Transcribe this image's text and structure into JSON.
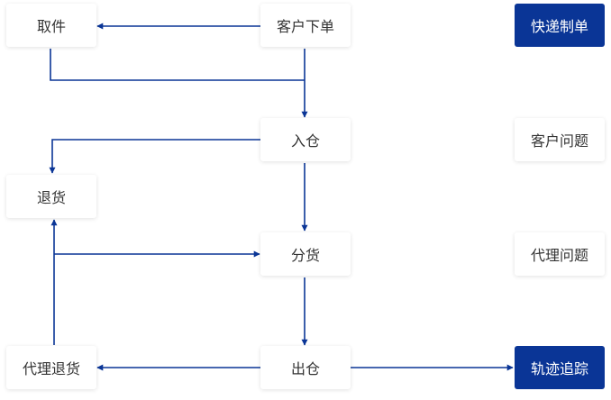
{
  "nodes": {
    "pickup": "取件",
    "order": "客户下单",
    "express": "快递制单",
    "inbound": "入仓",
    "customer_issue": "客户问题",
    "return": "退货",
    "sort": "分货",
    "agent_issue": "代理问题",
    "agent_return": "代理退货",
    "outbound": "出仓",
    "tracking": "轨迹追踪"
  },
  "colors": {
    "accent": "#0a3596",
    "arrow": "#0a3596",
    "text": "#333333"
  }
}
